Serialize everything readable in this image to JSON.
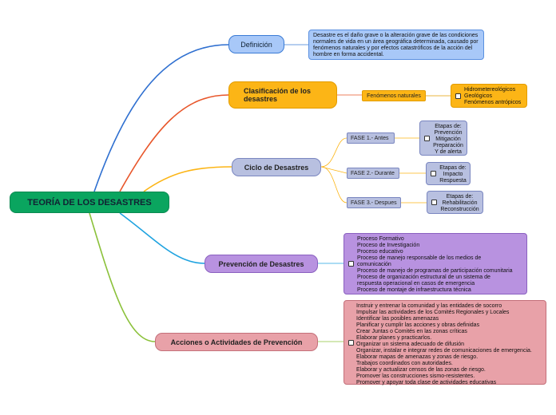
{
  "root": {
    "label": "TEORÍA DE LOS DESASTRES"
  },
  "branches": {
    "definicion": {
      "label": "Definición",
      "text": "Desastre es el daño grave o la alteración grave de las condiciones normales de vida en un área geográfica determinada, causado por fenómenos naturales y por efectos catastróficos de la acción del hombre en forma accidental."
    },
    "clasificacion": {
      "label_line1": "Clasificación de los",
      "label_line2": "desastres",
      "tag": "Fenómenos naturales",
      "items": [
        "Hidrometereológicos",
        "Geológicos",
        "Fenómenos antrópicos"
      ]
    },
    "ciclo": {
      "label": "Ciclo de Desastres",
      "phases": [
        {
          "tag": "FASE 1.- Antes",
          "items": [
            "Etapas de:",
            "Prevención",
            "Mitigación",
            "Preparación",
            "Y de alerta"
          ]
        },
        {
          "tag": "FASE 2.- Durante",
          "items": [
            "Etapas de:",
            "Impacto",
            "Respuesta"
          ]
        },
        {
          "tag": "FASE 3.- Despues",
          "items": [
            "Etapas de:",
            "Rehabilitación",
            "Reconstrucción"
          ]
        }
      ]
    },
    "prevencion": {
      "label": "Prevención de Desastres",
      "items": [
        "Proceso Formativo",
        "Proceso de Investigación",
        "Proceso educativo",
        "Proceso de manejo responsable de los medios de",
        "comunicación",
        "Proceso de manejo de programas de participación comunitaria",
        "Proceso de organización estructural de un sistema de",
        "respuesta operacional en casos de emergencia",
        "Proceso de montaje de infraestructura técnica"
      ]
    },
    "acciones": {
      "label": "Acciones o Actividades de Prevención",
      "items": [
        "Instruir y entrenar la comunidad y las entidades de socorro",
        "Impulsar las actividades de los Comités Regionales y Locales",
        "Identificar las posibles amenazas",
        "Planificar y cumplir las acciones y obras definidas",
        "Crear Juntas o Comités en las zonas críticas",
        "Elaborar planes y practicarlos.",
        "Organizar un sistema adecuado de difusión",
        "Organizar, instalar e integrar redes de comunicaciones de emergencia.",
        "Elaborar mapas de amenazas y zonas de riesgo.",
        "Trabajos coordinados con autoridades.",
        "Elaborar y actualizar censos de las zonas de riesgo.",
        "Promover las construcciones sismo-resistentes.",
        "Promover y apoyar toda clase de actividades educativas"
      ]
    }
  },
  "colors": {
    "root": "#0aa55f",
    "definicion": "#2e6fd0",
    "clasificacion": "#e8562a",
    "ciclo": "#fcb516",
    "prevencion": "#1fa3e0",
    "acciones": "#8bc13a"
  }
}
